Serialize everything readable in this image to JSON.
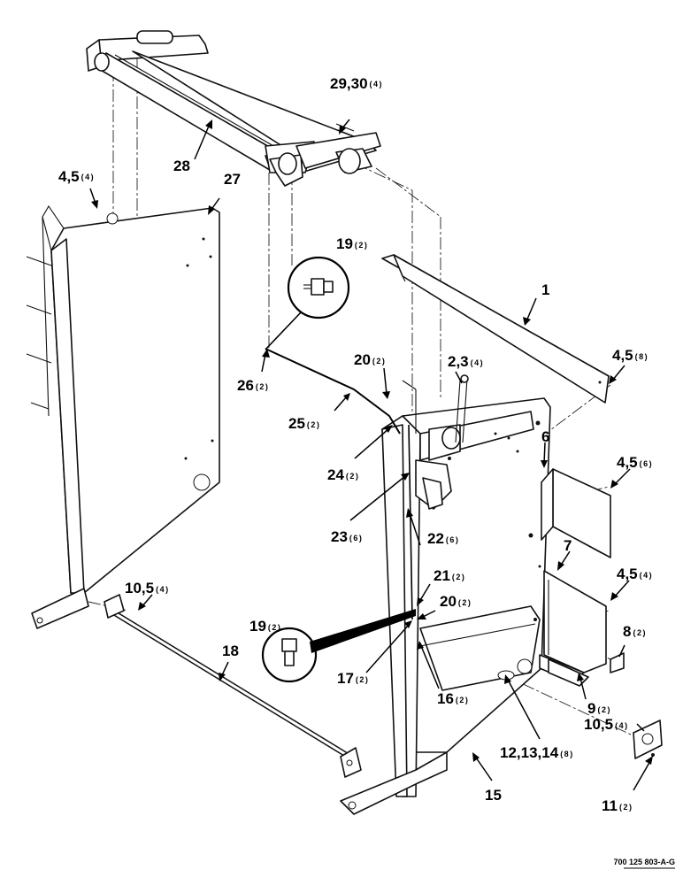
{
  "drawing_number": "700 125 803-A-G",
  "callouts": [
    {
      "id": "c28",
      "number": "28",
      "qty": ""
    },
    {
      "id": "c29",
      "number": "29,30",
      "qty": "(4)"
    },
    {
      "id": "c27",
      "number": "27",
      "qty": ""
    },
    {
      "id": "c4a",
      "number": "4,5",
      "qty": "(4)"
    },
    {
      "id": "c19a",
      "number": "19",
      "qty": "(2)"
    },
    {
      "id": "c1",
      "number": "1",
      "qty": ""
    },
    {
      "id": "c4b",
      "number": "4,5",
      "qty": "(8)"
    },
    {
      "id": "c20a",
      "number": "20",
      "qty": "(2)"
    },
    {
      "id": "c2",
      "number": "2,3",
      "qty": "(4)"
    },
    {
      "id": "c26",
      "number": "26",
      "qty": "(2)"
    },
    {
      "id": "c25",
      "number": "25",
      "qty": "(2)"
    },
    {
      "id": "c24",
      "number": "24",
      "qty": "(2)"
    },
    {
      "id": "c6",
      "number": "6",
      "qty": ""
    },
    {
      "id": "c4c",
      "number": "4,5",
      "qty": "(6)"
    },
    {
      "id": "c23",
      "number": "23",
      "qty": "(6)"
    },
    {
      "id": "c22",
      "number": "22",
      "qty": "(6)"
    },
    {
      "id": "c7",
      "number": "7",
      "qty": ""
    },
    {
      "id": "c4d",
      "number": "4,5",
      "qty": "(4)"
    },
    {
      "id": "c10a",
      "number": "10,5",
      "qty": "(4)"
    },
    {
      "id": "c21",
      "number": "21",
      "qty": "(2)"
    },
    {
      "id": "c20b",
      "number": "20",
      "qty": "(2)"
    },
    {
      "id": "c19b",
      "number": "19",
      "qty": "(2)"
    },
    {
      "id": "c18",
      "number": "18",
      "qty": ""
    },
    {
      "id": "c8",
      "number": "8",
      "qty": "(2)"
    },
    {
      "id": "c17",
      "number": "17",
      "qty": "(2)"
    },
    {
      "id": "c16",
      "number": "16",
      "qty": "(2)"
    },
    {
      "id": "c9",
      "number": "9",
      "qty": "(2)"
    },
    {
      "id": "c10b",
      "number": "10,5",
      "qty": "(4)"
    },
    {
      "id": "c12",
      "number": "12,13,14",
      "qty": "(8)"
    },
    {
      "id": "c15",
      "number": "15",
      "qty": ""
    },
    {
      "id": "c11",
      "number": "11",
      "qty": "(2)"
    }
  ]
}
